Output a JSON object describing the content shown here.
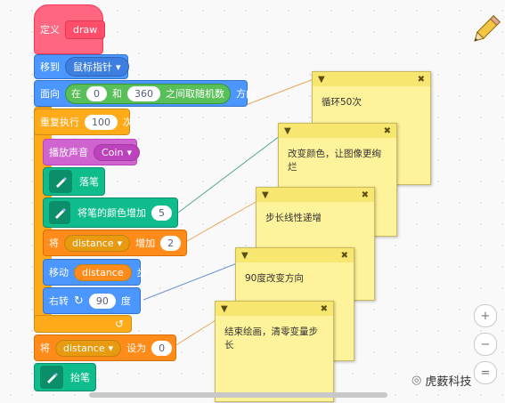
{
  "define": {
    "label": "定义",
    "name": "draw"
  },
  "goto": {
    "label": "移到",
    "target": "鼠标指针"
  },
  "point": {
    "label": "面向",
    "in": "在",
    "from": "0",
    "and": "和",
    "to": "360",
    "mid": "之间取随机数",
    "dir": "方向"
  },
  "repeat": {
    "label": "重复执行",
    "count": "100",
    "unit": "次"
  },
  "sound": {
    "label": "播放声音",
    "sound": "Coin"
  },
  "pendown": {
    "label": "落笔"
  },
  "pencolor": {
    "label": "将笔的颜色增加",
    "value": "5"
  },
  "changevar": {
    "prefix": "将",
    "var": "distance",
    "mid": "增加",
    "value": "2"
  },
  "move": {
    "label": "移动",
    "var": "distance",
    "unit": "步"
  },
  "turn": {
    "label": "右转",
    "value": "90",
    "unit": "度"
  },
  "setvar": {
    "prefix": "将",
    "var": "distance",
    "mid": "设为",
    "value": "0"
  },
  "penup": {
    "label": "抬笔"
  },
  "notes": [
    {
      "text": "循环50次"
    },
    {
      "text": "改变颜色，让图像更绚烂"
    },
    {
      "text": "步长线性递增"
    },
    {
      "text": "90度改变方向"
    },
    {
      "text": "结束绘画，清零变量步长"
    }
  ],
  "zoom": {
    "in": "+",
    "out": "−",
    "reset": "="
  },
  "watermark": "虎薮科技",
  "colors": {
    "motion": "#4C97FF",
    "control": "#FFAB19",
    "pen": "#0FBD8C",
    "myblocks": "#FF6680",
    "sound": "#CF63CF",
    "variables": "#FF8C1A"
  }
}
